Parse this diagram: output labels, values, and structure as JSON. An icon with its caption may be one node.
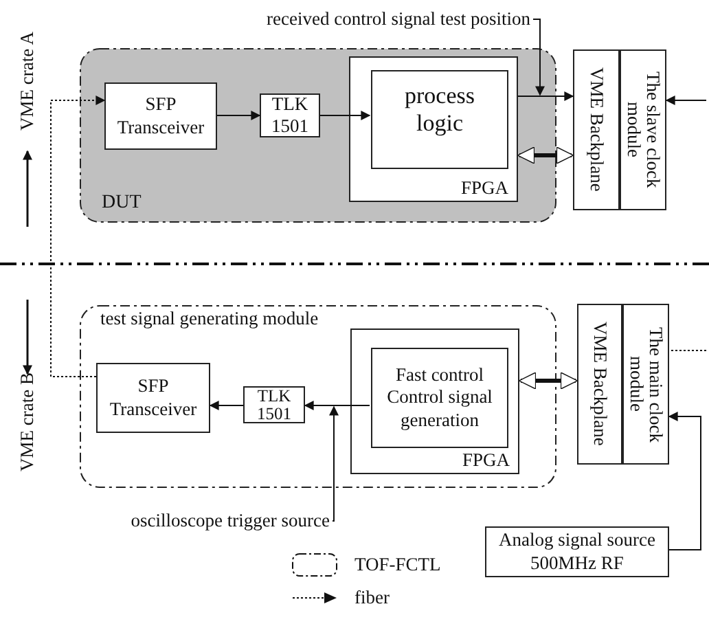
{
  "diagram": {
    "nodes": [
      {
        "text": [
          "DUT"
        ]
      },
      {
        "text": [
          "SFP Transceiver"
        ],
        "in": 0
      },
      {
        "text": [
          "TLK 1501"
        ],
        "in": 0
      },
      {
        "text": [
          "FPGA"
        ],
        "in": 0
      },
      {
        "text": [
          "process logic"
        ],
        "in": 3
      },
      {
        "text": [
          "VME Backplane"
        ]
      },
      {
        "text": [
          "The slave clock module"
        ]
      },
      {
        "text": [
          "received control signal test position"
        ]
      },
      {
        "text": [
          "test signal generating module"
        ]
      },
      {
        "text": [
          "SFP Transceiver"
        ],
        "in": 8
      },
      {
        "text": [
          "TLK 1501"
        ],
        "in": 8
      },
      {
        "text": [
          "FPGA"
        ],
        "in": 8
      },
      {
        "text": [
          "Fast control Control signal generation"
        ],
        "in": 11
      },
      {
        "text": [
          "VME Backplane"
        ]
      },
      {
        "text": [
          "The main clock module"
        ]
      },
      {
        "text": [
          "oscilloscope trigger source"
        ]
      },
      {
        "text": [
          "Analog signal source 500MHz RF"
        ]
      }
    ],
    "edges": [
      {
        "from": 1,
        "to": 2,
        "arrow": "to"
      },
      {
        "from": 2,
        "to": 4,
        "arrow": "to"
      },
      {
        "from": 3,
        "to": 5,
        "arrow": "to"
      },
      {
        "from": 7,
        "to": 0,
        "arrow": "to"
      },
      {
        "from": 3,
        "to": 5,
        "arrow": "both",
        "style": "thick"
      },
      {
        "from": null,
        "to": 6,
        "arrow": "to"
      },
      {
        "from": 9,
        "to": 1,
        "arrow": "to",
        "style": "dashed"
      },
      {
        "from": 12,
        "to": 10,
        "arrow": "to"
      },
      {
        "from": 10,
        "to": 9,
        "arrow": "to"
      },
      {
        "from": 15,
        "to": 11,
        "arrow": "to"
      },
      {
        "from": 11,
        "to": 13,
        "arrow": "both",
        "style": "thick"
      },
      {
        "from": null,
        "to": 14,
        "arrow": "none",
        "style": "dashed"
      },
      {
        "from": 16,
        "to": 14,
        "arrow": "to"
      }
    ],
    "labels": [
      "VME crate A",
      "VME crate B"
    ],
    "legend": [
      {
        "text": "TOF-FCTL"
      },
      {
        "text": "fiber"
      }
    ]
  }
}
